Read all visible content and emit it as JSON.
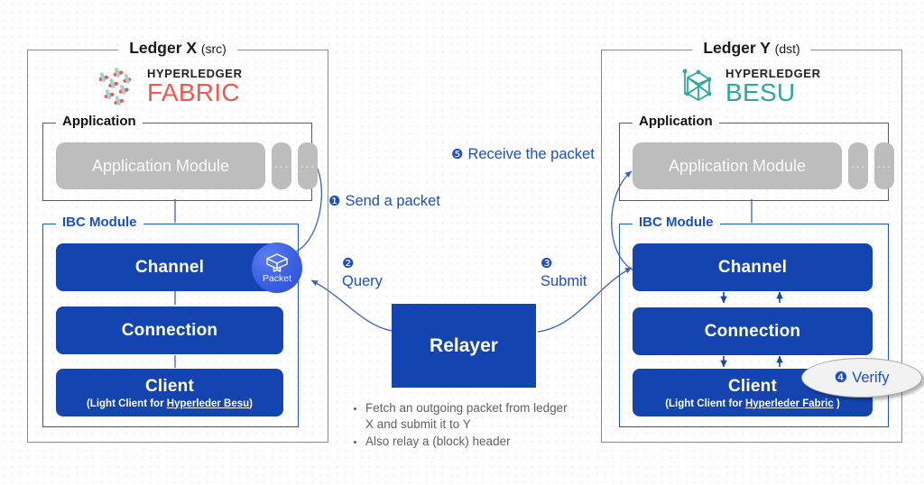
{
  "ledgers": [
    {
      "title_bold": "Ledger X",
      "title_sub": "(src)",
      "logo": {
        "top": "HYPERLEDGER",
        "bottom": "FABRIC",
        "mark": "fabric-weave-icon"
      },
      "application": {
        "label": "Application",
        "module": "Application Module",
        "dots1": "···",
        "dots2": "···"
      },
      "ibc": {
        "label": "IBC Module",
        "boxes": [
          {
            "title": "Channel",
            "sub": ""
          },
          {
            "title": "Connection",
            "sub": ""
          },
          {
            "title": "Client",
            "sub_pre": "(Light Client for ",
            "sub_link": "Hyperleder Besu",
            "sub_post": ")"
          }
        ]
      }
    },
    {
      "title_bold": "Ledger Y",
      "title_sub": "(dst)",
      "logo": {
        "top": "HYPERLEDGER",
        "bottom": "BESU",
        "mark": "besu-node-icon"
      },
      "application": {
        "label": "Application",
        "module": "Application Module",
        "dots1": "···",
        "dots2": "···"
      },
      "ibc": {
        "label": "IBC Module",
        "boxes": [
          {
            "title": "Channel",
            "sub": ""
          },
          {
            "title": "Connection",
            "sub": ""
          },
          {
            "title": "Client",
            "sub_pre": "(Light Client for ",
            "sub_link": "Hyperleder Fabric",
            "sub_post": " )"
          }
        ]
      }
    }
  ],
  "packet": {
    "label": "Packet",
    "icon": "open-box-icon"
  },
  "relayer": {
    "title": "Relayer",
    "notes": [
      "Fetch an outgoing packet from ledger X and submit it to Y",
      "Also relay a (block) header"
    ]
  },
  "steps": [
    {
      "num": "❶",
      "label": "Send a packet"
    },
    {
      "num": "❷",
      "label": "Query"
    },
    {
      "num": "❸",
      "label": "Submit"
    },
    {
      "num": "❹",
      "label": "Verify"
    },
    {
      "num": "❺",
      "label": "Receive the packet"
    }
  ],
  "colors": {
    "blue_box": "#1444b0",
    "blue_text": "#1c4fc0",
    "gray_module": "#bdbdbd",
    "fabric_red": "#f0584b",
    "besu_teal": "#2aa9a0",
    "panel_border": "#8a8a8a"
  }
}
